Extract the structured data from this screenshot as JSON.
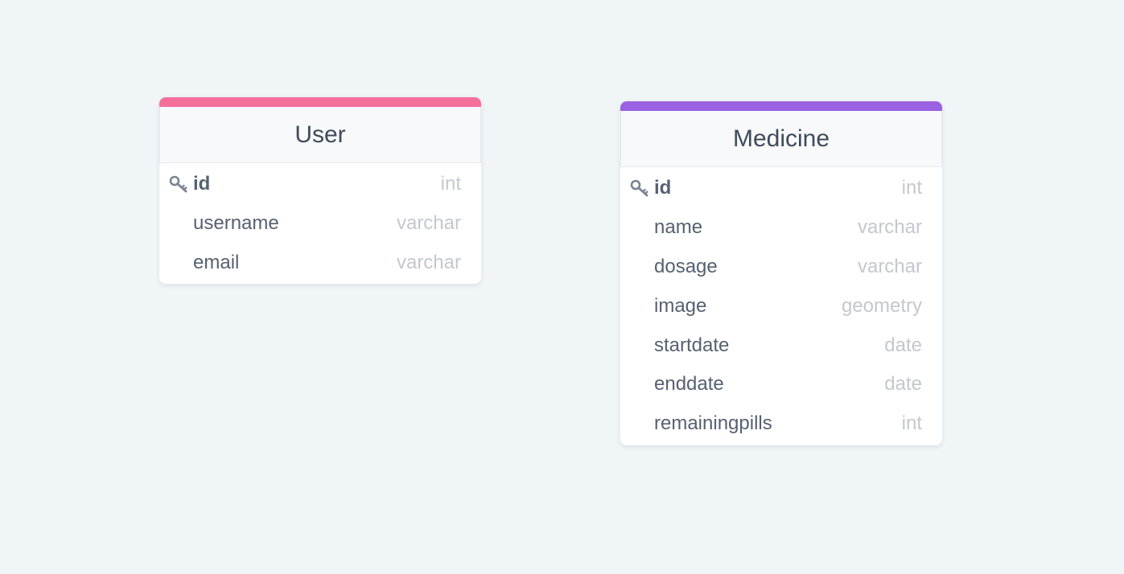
{
  "tables": [
    {
      "name": "User",
      "accent_color": "#f56f9b",
      "fields": [
        {
          "name": "id",
          "type": "int",
          "primary_key": true
        },
        {
          "name": "username",
          "type": "varchar",
          "primary_key": false
        },
        {
          "name": "email",
          "type": "varchar",
          "primary_key": false
        }
      ]
    },
    {
      "name": "Medicine",
      "accent_color": "#9a61e2",
      "fields": [
        {
          "name": "id",
          "type": "int",
          "primary_key": true
        },
        {
          "name": "name",
          "type": "varchar",
          "primary_key": false
        },
        {
          "name": "dosage",
          "type": "varchar",
          "primary_key": false
        },
        {
          "name": "image",
          "type": "geometry",
          "primary_key": false
        },
        {
          "name": "startdate",
          "type": "date",
          "primary_key": false
        },
        {
          "name": "enddate",
          "type": "date",
          "primary_key": false
        },
        {
          "name": "remainingpills",
          "type": "int",
          "primary_key": false
        }
      ]
    }
  ],
  "icons": {
    "primary_key": "key-icon"
  }
}
